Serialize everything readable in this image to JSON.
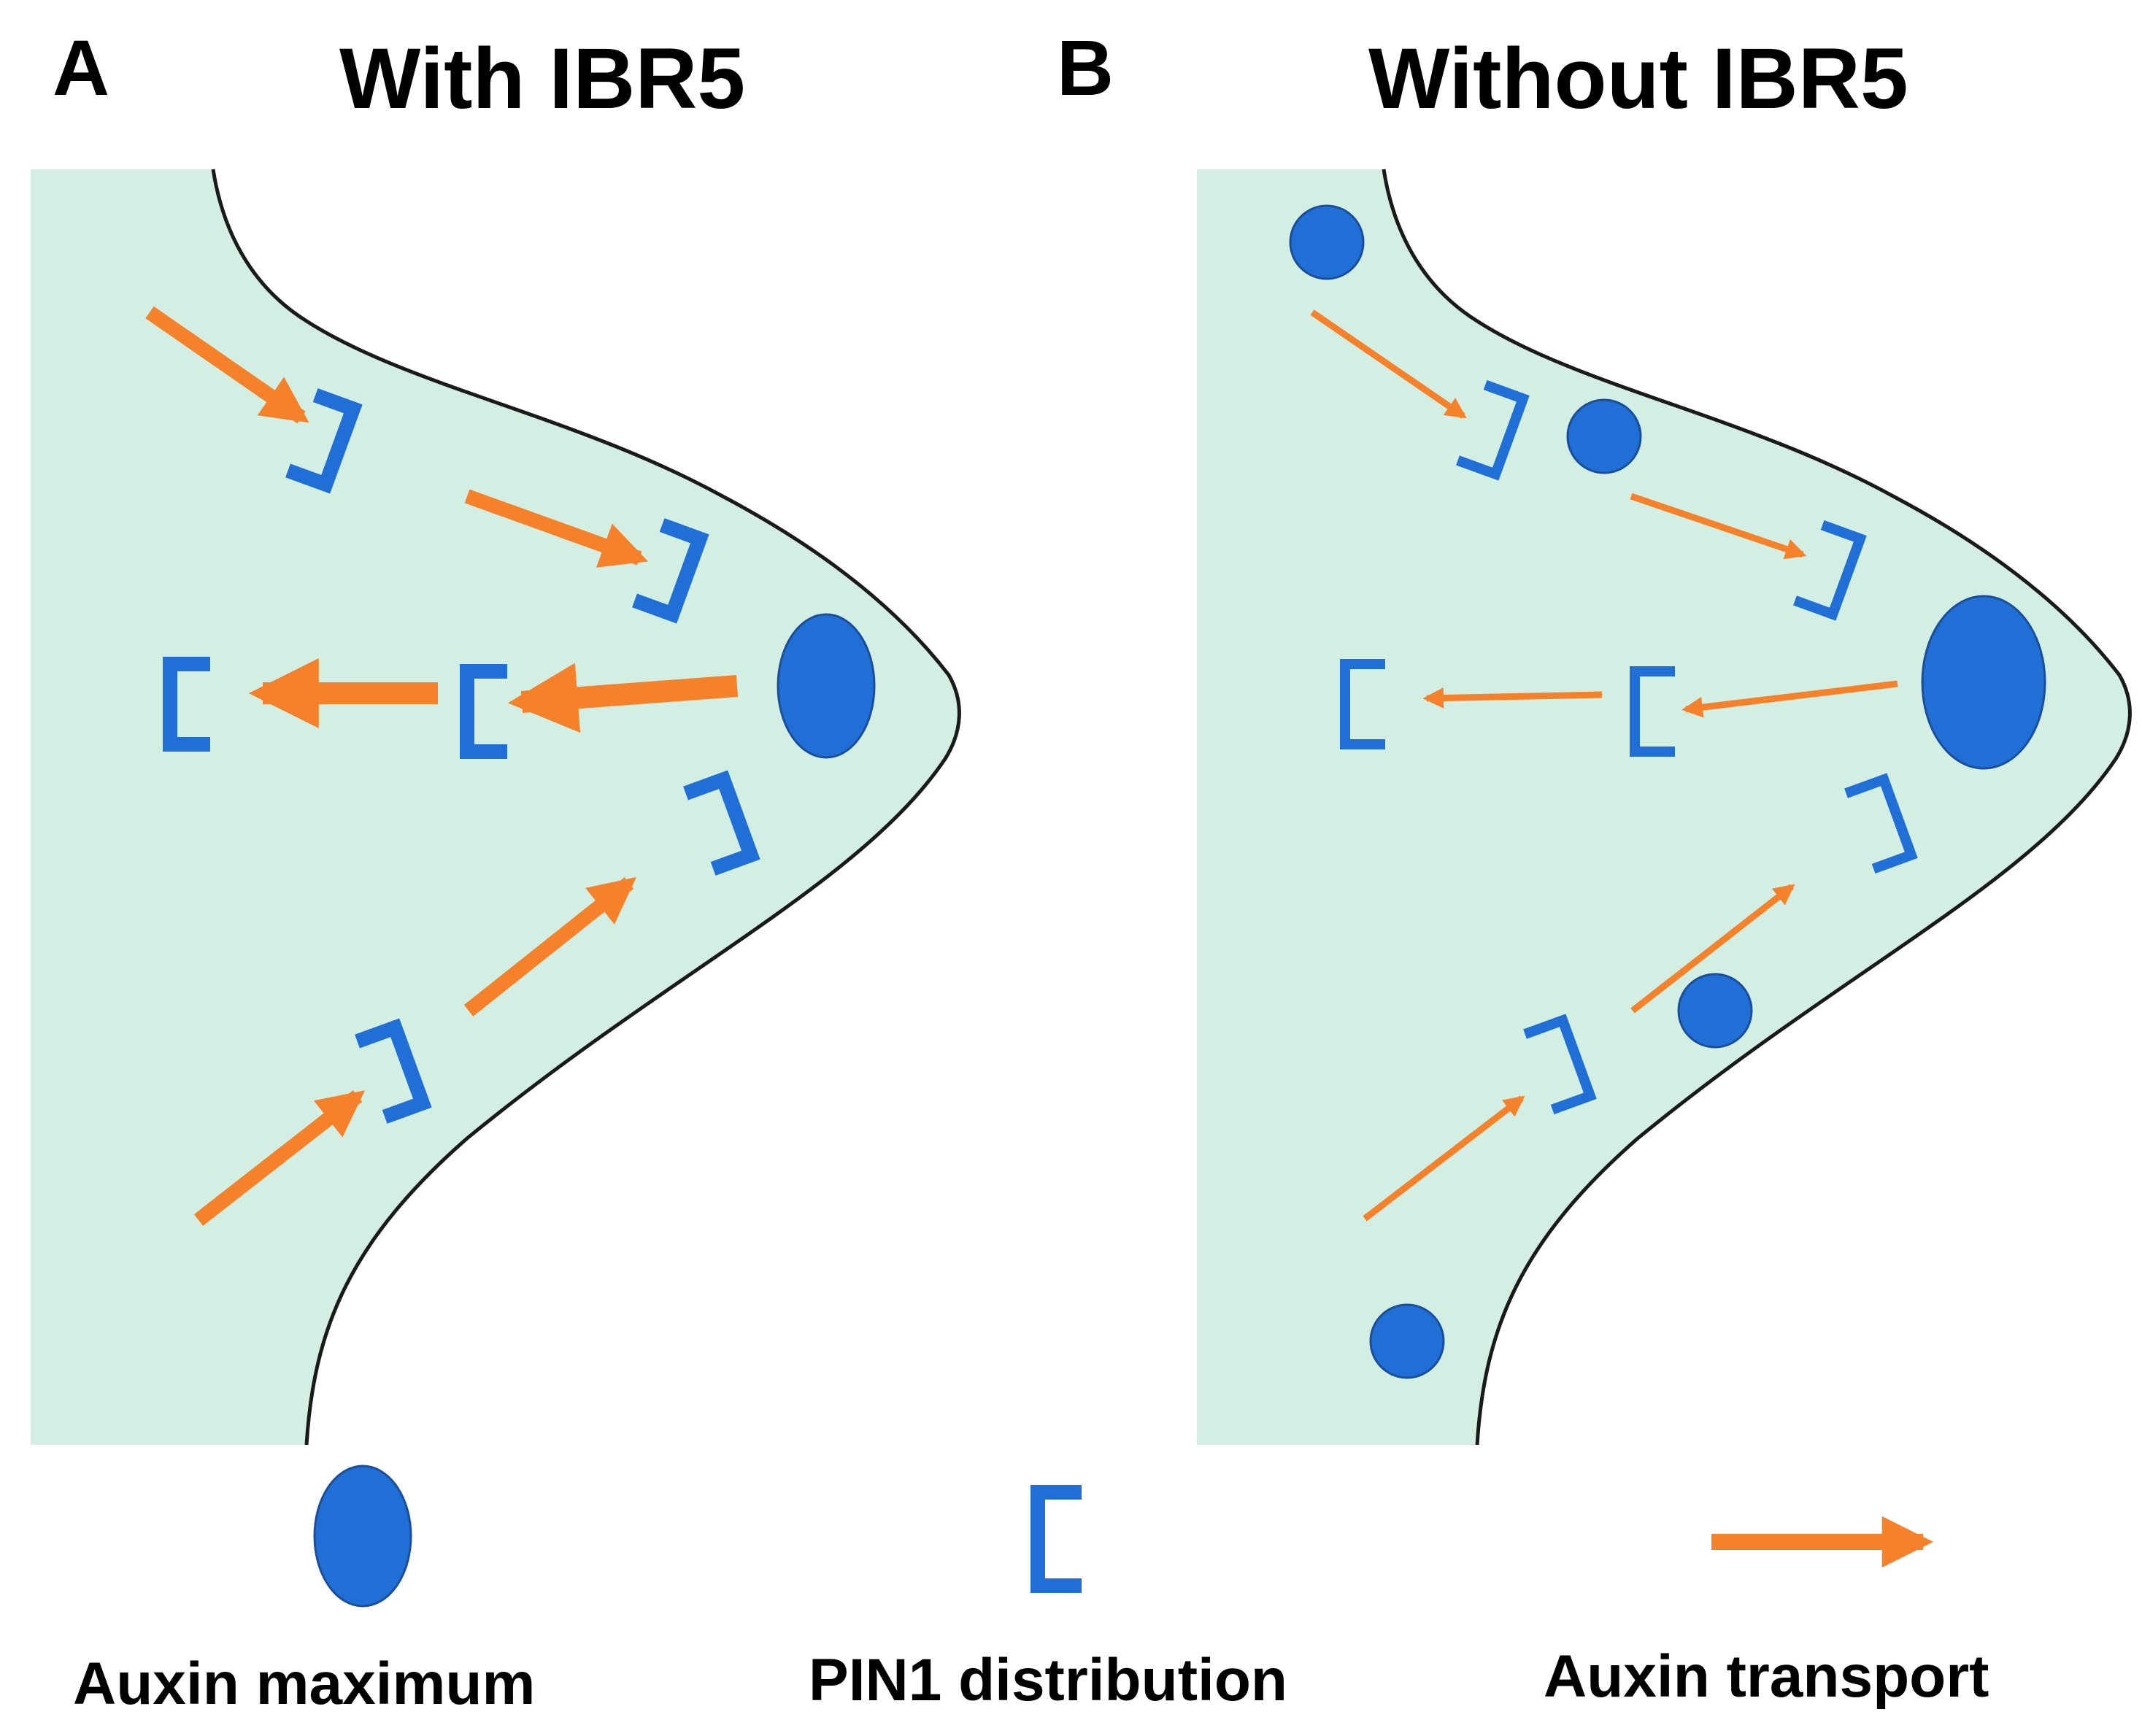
{
  "panels": [
    {
      "letter": "A",
      "title": "With IBR5"
    },
    {
      "letter": "B",
      "title": "Without IBR5"
    }
  ],
  "legend": {
    "auxin_maximum": "Auxin maximum",
    "pin1_distribution": "PIN1 distribution",
    "auxin_transport": "Auxin transport"
  },
  "colors": {
    "tissue": "#d3efe3",
    "auxin": "#1f6fd6",
    "auxin_outline": "#1a4e9a",
    "pin1": "#1f6fd6",
    "transport": "#f5822a",
    "outline": "#1a1a1a"
  }
}
